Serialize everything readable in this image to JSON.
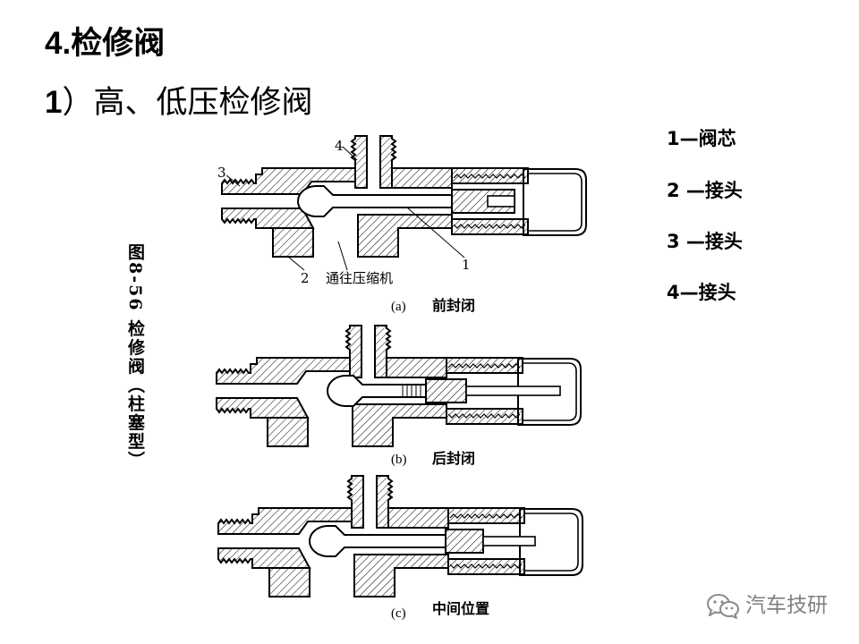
{
  "title": {
    "number": "4.",
    "text": "检修阀"
  },
  "subtitle": {
    "number": "1",
    "text": "）高、低压检修阀"
  },
  "figure_caption": "图8-56 检修阀（柱塞型）",
  "legend": [
    "1—阀芯",
    "2 —接头",
    "3 —接头",
    "4—接头"
  ],
  "diagrams": [
    {
      "tag": "(a)",
      "caption": "前封闭",
      "labels": {
        "l1": "1",
        "l2": "2",
        "l3": "3",
        "l4": "4",
        "to_compressor": "通往压缩机"
      }
    },
    {
      "tag": "(b)",
      "caption": "后封闭"
    },
    {
      "tag": "(c)",
      "caption": "中间位置"
    }
  ],
  "watermark": {
    "icon": "wechat-icon",
    "text": "汽车技研"
  },
  "colors": {
    "text": "#000000",
    "background": "#ffffff",
    "watermark": "#7f7f7f"
  }
}
